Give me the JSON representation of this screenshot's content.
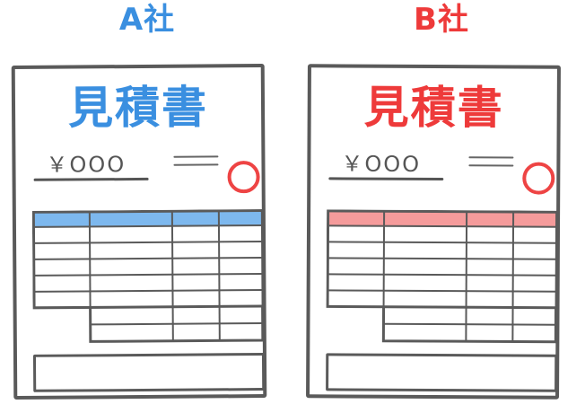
{
  "colors": {
    "a_accent": "#3a8fe0",
    "a_header": "#7db8ee",
    "b_accent": "#ee3a3a",
    "b_header": "#f59b9b",
    "line": "#5a5a5a",
    "seal": "#ee4444"
  },
  "documents": [
    {
      "company": "A社",
      "title": "見積書",
      "amount": "￥OOO"
    },
    {
      "company": "B社",
      "title": "見積書",
      "amount": "￥OOO"
    }
  ],
  "icons": {
    "seal": "hanko-seal-icon"
  }
}
